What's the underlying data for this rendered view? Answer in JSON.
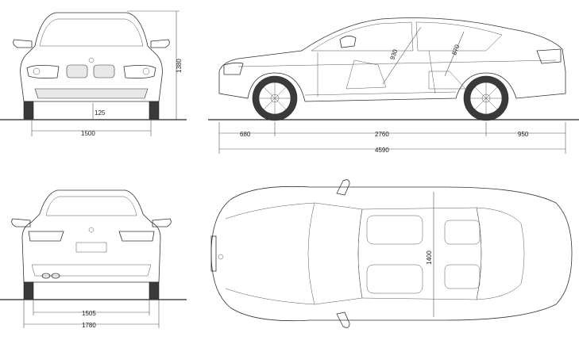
{
  "dimensions": {
    "front_track": "1500",
    "ground_clearance": "125",
    "height": "1380",
    "front_overhang": "680",
    "wheelbase": "2760",
    "rear_overhang": "950",
    "length": "4590",
    "front_headroom": "930",
    "rear_headroom": "870",
    "rear_track": "1505",
    "width": "1780",
    "interior_width": "1400"
  },
  "views": [
    "front",
    "side",
    "rear",
    "top"
  ],
  "colors": {
    "line": "#333333",
    "ground": "#222222",
    "background": "#ffffff"
  }
}
